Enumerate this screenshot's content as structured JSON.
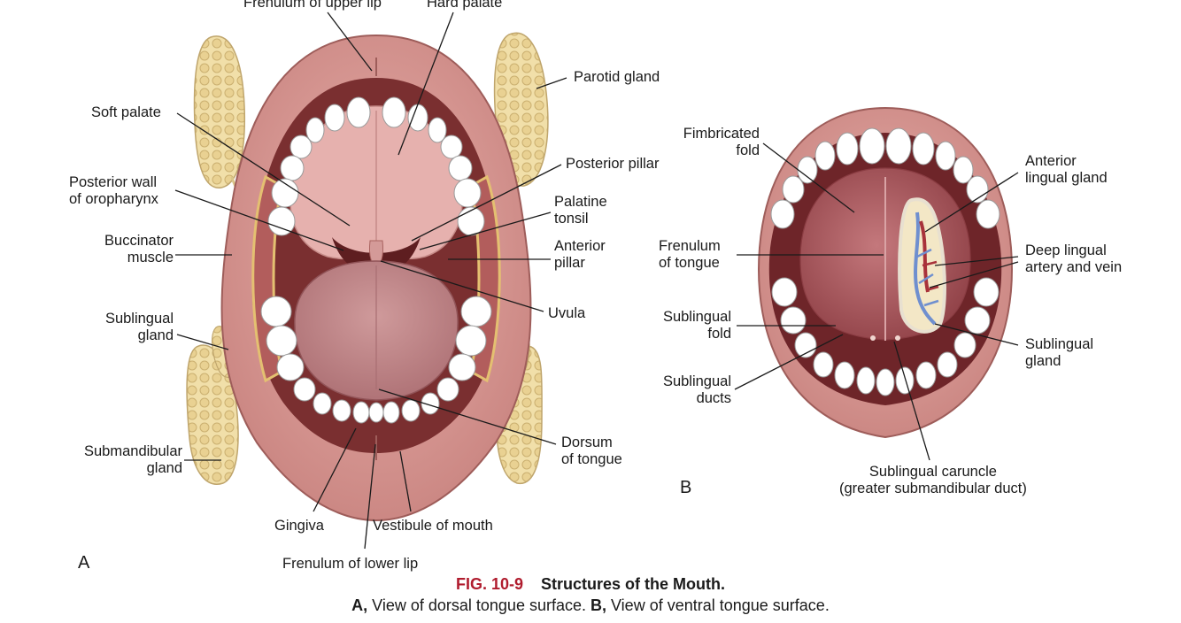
{
  "panel_a": {
    "letter": "A",
    "labels": {
      "frenulum_upper_lip": "Frenulum of upper lip",
      "hard_palate": "Hard palate",
      "parotid_gland": "Parotid gland",
      "soft_palate": "Soft palate",
      "posterior_pillar": "Posterior pillar",
      "posterior_wall": "Posterior wall\nof oropharynx",
      "palatine_tonsil": "Palatine\ntonsil",
      "buccinator": "Buccinator\nmuscle",
      "anterior_pillar": "Anterior\npillar",
      "uvula": "Uvula",
      "sublingual_gland": "Sublingual\ngland",
      "dorsum_tongue": "Dorsum\nof tongue",
      "submandibular_gland": "Submandibular\ngland",
      "gingiva": "Gingiva",
      "vestibule": "Vestibule of mouth",
      "frenulum_lower_lip": "Frenulum of lower lip"
    }
  },
  "panel_b": {
    "letter": "B",
    "labels": {
      "fimbricated_fold": "Fimbricated\nfold",
      "anterior_lingual_gland": "Anterior\nlingual gland",
      "frenulum_tongue": "Frenulum\nof tongue",
      "deep_lingual": "Deep lingual\nartery and vein",
      "sublingual_fold": "Sublingual\nfold",
      "sublingual_gland": "Sublingual\ngland",
      "sublingual_ducts": "Sublingual\nducts",
      "sublingual_caruncle": "Sublingual caruncle\n(greater submandibular duct)"
    }
  },
  "caption": {
    "fig_num": "FIG. 10-9",
    "title": "Structures of the Mouth.",
    "a_letter": "A,",
    "a_text": " View of dorsal tongue surface. ",
    "b_letter": "B,",
    "b_text": " View of ventral tongue surface."
  },
  "colors": {
    "lip": "#cf8f8c",
    "mouth_cavity": "#7a2f30",
    "palate": "#e2aaa8",
    "tongue": "#c2878a",
    "gland": "#efdca6",
    "tooth": "#ffffff",
    "vessel_blue": "#6f8fcf",
    "vessel_red": "#a8323a",
    "caption_red": "#b01c2e"
  }
}
